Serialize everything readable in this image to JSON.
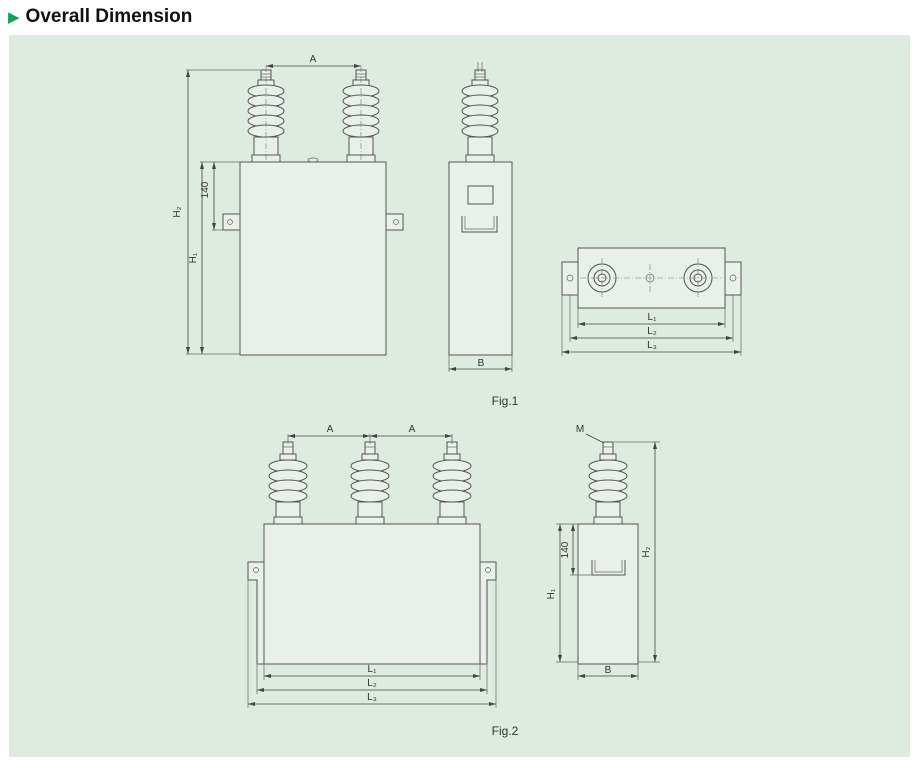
{
  "header": {
    "title": "Overall Dimension"
  },
  "fig1": {
    "caption": "Fig.1",
    "label_A": "A",
    "label_B": "B",
    "label_H1": "H₁",
    "label_H2": "H₂",
    "label_140": "140",
    "label_L1": "L₁",
    "label_L2": "L₂",
    "label_L3": "L₃"
  },
  "fig2": {
    "caption": "Fig.2",
    "label_A1": "A",
    "label_A2": "A",
    "label_B": "B",
    "label_M": "M",
    "label_H1": "H₁",
    "label_H2": "H₂",
    "label_140": "140",
    "label_L1": "L₁",
    "label_L2": "L₂",
    "label_L3": "L₃"
  },
  "colors": {
    "panel": "#dfeae0",
    "accent": "#1aa05a"
  }
}
